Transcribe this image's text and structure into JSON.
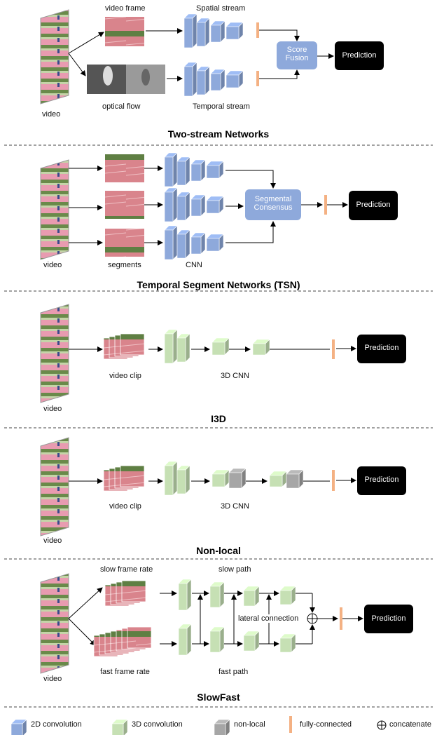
{
  "sections": [
    {
      "id": "two_stream",
      "title": "Two-stream Networks",
      "labels": {
        "video_frame": "video frame",
        "optical_flow": "optical flow",
        "spatial": "Spatial stream",
        "temporal": "Temporal stream",
        "video": "video"
      },
      "fusion": "Score Fusion",
      "prediction": "Prediction"
    },
    {
      "id": "tsn",
      "title": "Temporal Segment Networks (TSN)",
      "labels": {
        "video": "video",
        "segments": "segments",
        "cnn": "CNN"
      },
      "consensus": "Segmental Consensus",
      "prediction": "Prediction"
    },
    {
      "id": "i3d",
      "title": "I3D",
      "labels": {
        "video": "video",
        "clip": "video clip",
        "cnn": "3D CNN"
      },
      "prediction": "Prediction"
    },
    {
      "id": "nonlocal",
      "title": "Non-local",
      "labels": {
        "video": "video",
        "clip": "video clip",
        "cnn": "3D CNN"
      },
      "prediction": "Prediction"
    },
    {
      "id": "slowfast",
      "title": "SlowFast",
      "labels": {
        "video": "video",
        "slow_rate": "slow frame rate",
        "fast_rate": "fast frame rate",
        "slow_path": "slow path",
        "fast_path": "fast path",
        "lateral": "lateral connection"
      },
      "prediction": "Prediction"
    }
  ],
  "legend": [
    {
      "kind": "2d",
      "label": "2D convolution"
    },
    {
      "kind": "3d",
      "label": "3D convolution"
    },
    {
      "kind": "nl",
      "label": "non-local"
    },
    {
      "kind": "fc",
      "label": "fully-connected"
    },
    {
      "kind": "cat",
      "label": "concatenate"
    }
  ],
  "colors": {
    "conv2d": "#8ea9db",
    "conv3d": "#c6e0b4",
    "nonlocal": "#a6a6a6",
    "fc": "#f4b183",
    "fusion": "#8ea9db",
    "prediction": "#000000"
  }
}
